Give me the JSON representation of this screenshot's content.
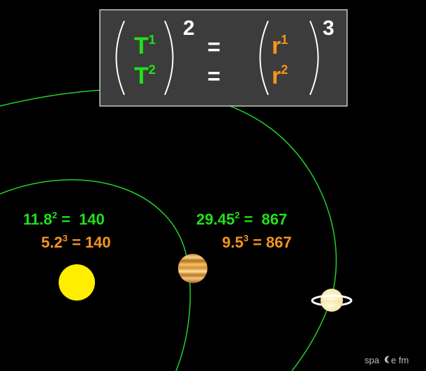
{
  "formula": {
    "t_top": "T",
    "t_top_sup": "1",
    "t_bottom": "T",
    "t_bottom_sup": "2",
    "power_left": "2",
    "equals_top": "=",
    "equals_bottom": "=",
    "r_top": "r",
    "r_top_sup": "1",
    "r_bottom": "r",
    "r_bottom_sup": "2",
    "power_right": "3"
  },
  "inner_calc": {
    "period_base": "11.8",
    "period_exp": "2",
    "period_eq": " =  ",
    "period_result": "140",
    "radius_base": "5.2",
    "radius_exp": "3",
    "radius_eq": " = ",
    "radius_result": "140"
  },
  "outer_calc": {
    "period_base": "29.45",
    "period_exp": "2",
    "period_eq": " =  ",
    "period_result": "867",
    "radius_base": "9.5",
    "radius_exp": "3",
    "radius_eq": " = ",
    "radius_result": "867"
  },
  "watermark": {
    "left": "spa",
    "right": "e fm"
  },
  "colors": {
    "background": "#000000",
    "orbit": "#22d12a",
    "period_text": "#22e01c",
    "radius_text": "#f7941d",
    "sun": "#ffee00",
    "formula_box": "#3c3c3c",
    "formula_border": "#c8c8c8",
    "white_text": "#ffffff"
  }
}
